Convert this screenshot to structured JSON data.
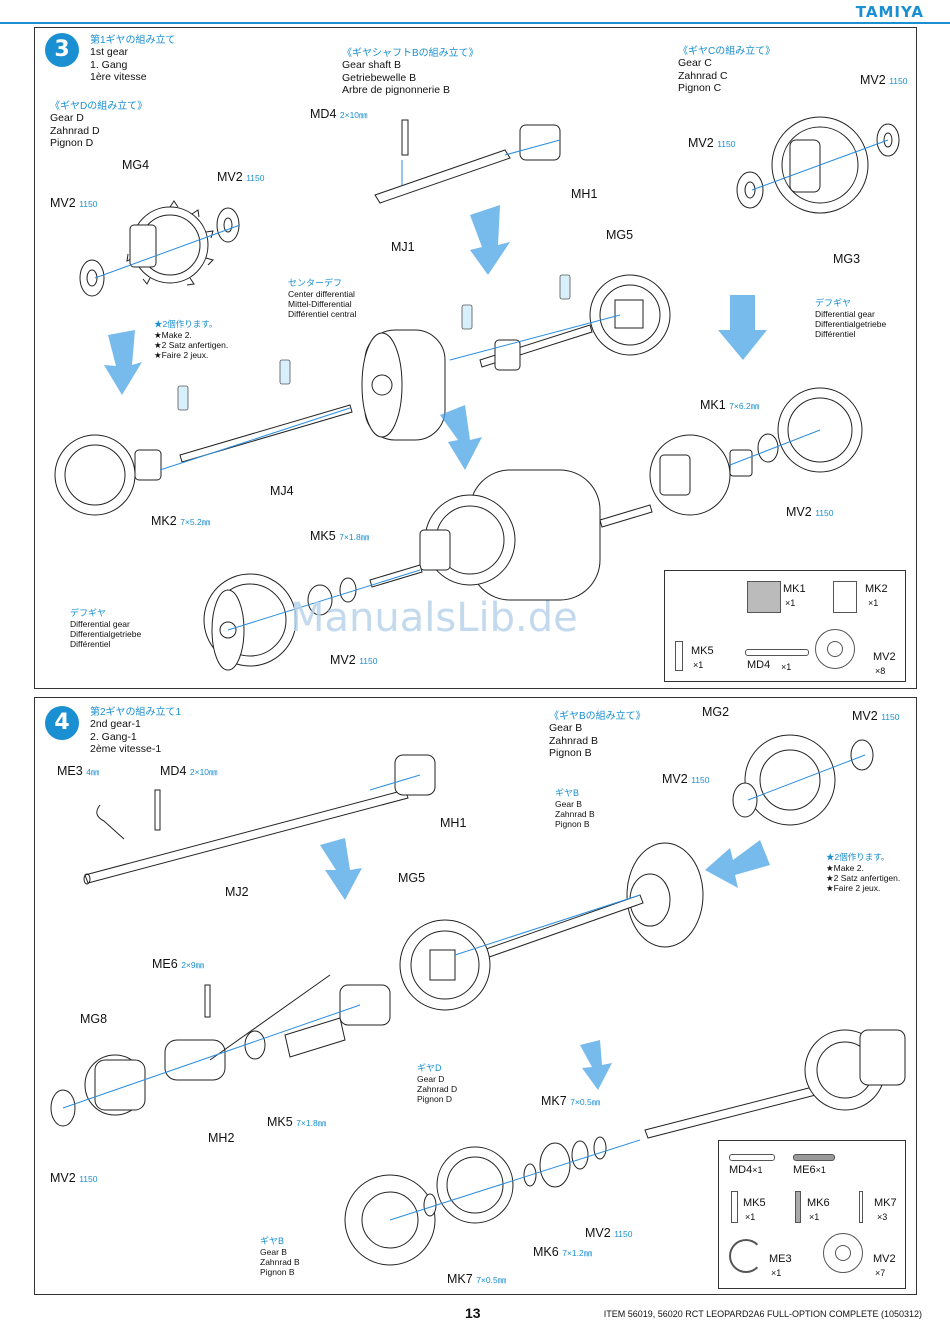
{
  "brand": "TAMIYA",
  "watermark": "ManualsLib.de",
  "page_number": "13",
  "footer_item": "ITEM 56019, 56020  RCT LEOPARD2A6 FULL-OPTION COMPLETE (1050312)",
  "step3": {
    "number": "3",
    "title_jp": "第1ギヤの組み立て",
    "title_lines": [
      "1st gear",
      "1. Gang",
      "1ère vitesse"
    ],
    "gear_d": {
      "jp": "《ギヤDの組み立て》",
      "lines": [
        "Gear D",
        "Zahnrad D",
        "Pignon D"
      ]
    },
    "shaft_b": {
      "jp": "《ギヤシャフトBの組み立て》",
      "lines": [
        "Gear shaft B",
        "Getriebewelle B",
        "Arbre de pignonnerie B"
      ]
    },
    "gear_c": {
      "jp": "《ギヤCの組み立て》",
      "lines": [
        "Gear C",
        "Zahnrad C",
        "Pignon C"
      ]
    },
    "center_diff": {
      "jp": "センターデフ",
      "lines": [
        "Center differential",
        "Mittel-Differential",
        "Différentiel central"
      ]
    },
    "diff_gear_right": {
      "jp": "デフギヤ",
      "lines": [
        "Differential gear",
        "Differentialgetriebe",
        "Différentiel"
      ]
    },
    "diff_gear_left": {
      "jp": "デフギヤ",
      "lines": [
        "Differential gear",
        "Differentialgetriebe",
        "Différentiel"
      ]
    },
    "make2": {
      "jp": "★2個作ります。",
      "lines": [
        "★Make 2.",
        "★2 Satz anfertigen.",
        "★Faire 2 jeux."
      ]
    },
    "parts": {
      "MG4": "MG4",
      "MV2": "MV2",
      "MV2_dim": "1150",
      "MD4": "MD4",
      "MD4_dim": "2×10㎜",
      "MH1": "MH1",
      "MJ1": "MJ1",
      "MG5": "MG5",
      "MG3": "MG3",
      "MJ4": "MJ4",
      "MK1": "MK1",
      "MK1_dim": "7×6.2㎜",
      "MK2": "MK2",
      "MK2_dim": "7×5.2㎜",
      "MK5": "MK5",
      "MK5_dim": "7×1.8㎜"
    },
    "legend": [
      {
        "name": "MK1",
        "qty": "×1"
      },
      {
        "name": "MK2",
        "qty": "×1"
      },
      {
        "name": "MK5",
        "qty": "×1"
      },
      {
        "name": "MD4",
        "qty": "×1"
      },
      {
        "name": "MV2",
        "qty": "×8"
      }
    ]
  },
  "step4": {
    "number": "4",
    "title_jp": "第2ギヤの組み立て1",
    "title_lines": [
      "2nd gear-1",
      "2. Gang-1",
      "2ème vitesse-1"
    ],
    "gear_b_top": {
      "jp": "《ギヤBの組み立て》",
      "lines": [
        "Gear B",
        "Zahnrad B",
        "Pignon B"
      ]
    },
    "gear_b_mid": {
      "jp": "ギヤB",
      "lines": [
        "Gear B",
        "Zahnrad B",
        "Pignon B"
      ]
    },
    "gear_d": {
      "jp": "ギヤD",
      "lines": [
        "Gear D",
        "Zahnrad D",
        "Pignon D"
      ]
    },
    "gear_b_bottom": {
      "jp": "ギヤB",
      "lines": [
        "Gear B",
        "Zahnrad B",
        "Pignon B"
      ]
    },
    "make2": {
      "jp": "★2個作ります。",
      "lines": [
        "★Make 2.",
        "★2 Satz anfertigen.",
        "★Faire 2 jeux."
      ]
    },
    "parts": {
      "ME3": "ME3",
      "ME3_dim": "4㎜",
      "MD4": "MD4",
      "MD4_dim": "2×10㎜",
      "MH1": "MH1",
      "MJ2": "MJ2",
      "MG2": "MG2",
      "MV2": "MV2",
      "MV2_dim": "1150",
      "MG5": "MG5",
      "ME6": "ME6",
      "ME6_dim": "2×9㎜",
      "MG8": "MG8",
      "MH2": "MH2",
      "MK5": "MK5",
      "MK5_dim": "7×1.8㎜",
      "MK7": "MK7",
      "MK7_dim": "7×0.5㎜",
      "MK6": "MK6",
      "MK6_dim": "7×1.2㎜"
    },
    "legend": [
      {
        "name": "MD4",
        "qty": "×1"
      },
      {
        "name": "ME6",
        "qty": "×1"
      },
      {
        "name": "MK5",
        "qty": "×1"
      },
      {
        "name": "MK6",
        "qty": "×1"
      },
      {
        "name": "MK7",
        "qty": "×3"
      },
      {
        "name": "ME3",
        "qty": "×1"
      },
      {
        "name": "MV2",
        "qty": "×7"
      }
    ]
  }
}
